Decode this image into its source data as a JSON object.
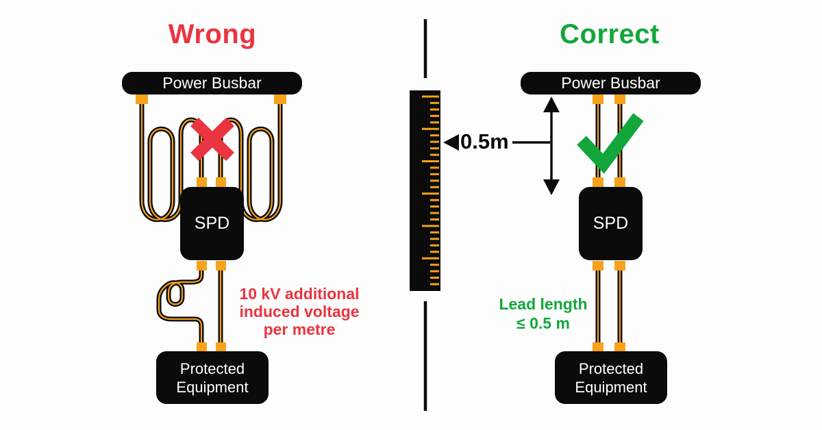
{
  "colors": {
    "red": "#ea3440",
    "green": "#13a63b",
    "orange": "#f7a21a",
    "black": "#0b0b0b",
    "bg": "#fdfdfd"
  },
  "left_panel": {
    "title": "Wrong",
    "busbar_label": "Power Busbar",
    "spd_label": "SPD",
    "equipment_label": "Protected Equipment",
    "annotation_lines": [
      "10 kV additional",
      "induced voltage",
      "per metre"
    ]
  },
  "right_panel": {
    "title": "Correct",
    "busbar_label": "Power Busbar",
    "spd_label": "SPD",
    "equipment_label": "Protected Equipment",
    "annotation_lines": [
      "Lead length",
      "≤ 0.5 m"
    ]
  },
  "ruler": {
    "measurement_label": "0.5m"
  }
}
